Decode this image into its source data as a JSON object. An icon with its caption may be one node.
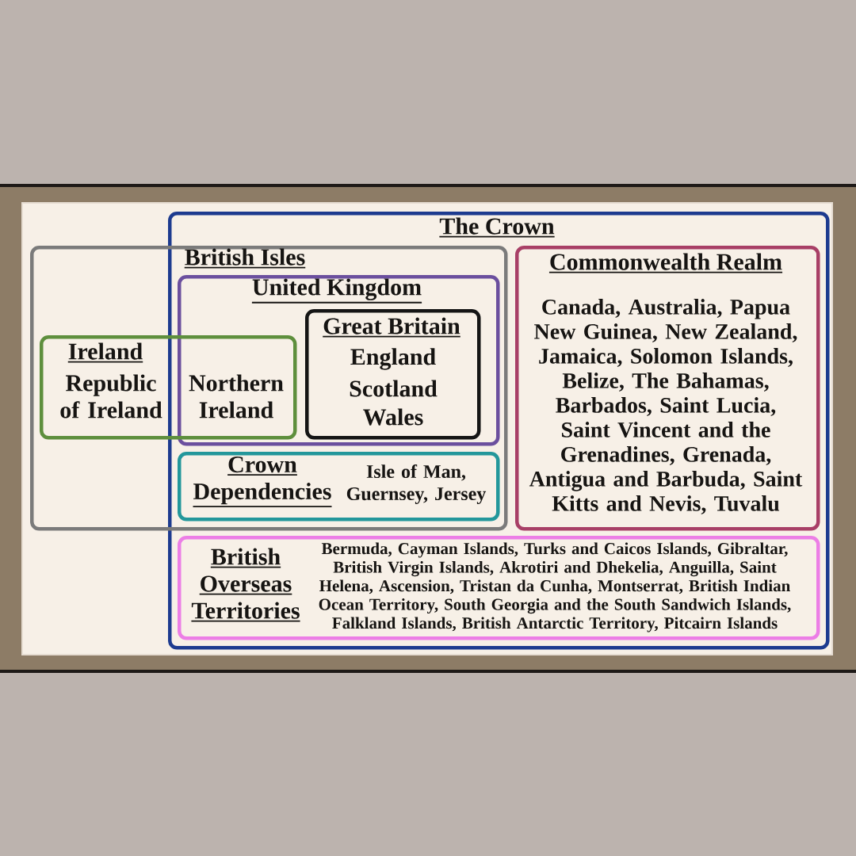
{
  "diagram": {
    "nodes": [
      {
        "text": [
          "The Crown"
        ]
      },
      {
        "text": [
          "British Isles"
        ]
      },
      {
        "text": [
          "United Kingdom"
        ]
      },
      {
        "text": [
          "Great Britain",
          "England",
          "Scotland",
          "Wales"
        ],
        "in": 2
      },
      {
        "text": [
          "Ireland",
          "Republic of Ireland",
          "Northern Ireland"
        ],
        "in": 1
      },
      {
        "text": [
          "Crown Dependencies",
          "Isle of Man, Guernsey, Jersey"
        ]
      },
      {
        "text": [
          "Commonwealth Realm",
          "Canada, Australia, Papua New Guinea, New Zealand, Jamaica, Solomon Islands, Belize, The Bahamas, Barbados, Saint Lucia, Saint Vincent and the Grenadines, Grenada, Antigua and Barbuda, Saint Kitts and Nevis, Tuvalu"
        ],
        "in": 0
      },
      {
        "text": [
          "British Overseas Territories",
          "Bermuda, Cayman Islands, Turks and Caicos Islands, Gibraltar, British Virgin Islands, Akrotiri and Dhekelia, Anguilla, Saint Helena, Ascension, Tristan da Cunha, Montserrat, British Indian Ocean Territory, South Georgia and the South Sandwich Islands, Falkland Islands, British Antarctic Territory, Pitcairn Islands"
        ],
        "in": 0
      }
    ]
  }
}
